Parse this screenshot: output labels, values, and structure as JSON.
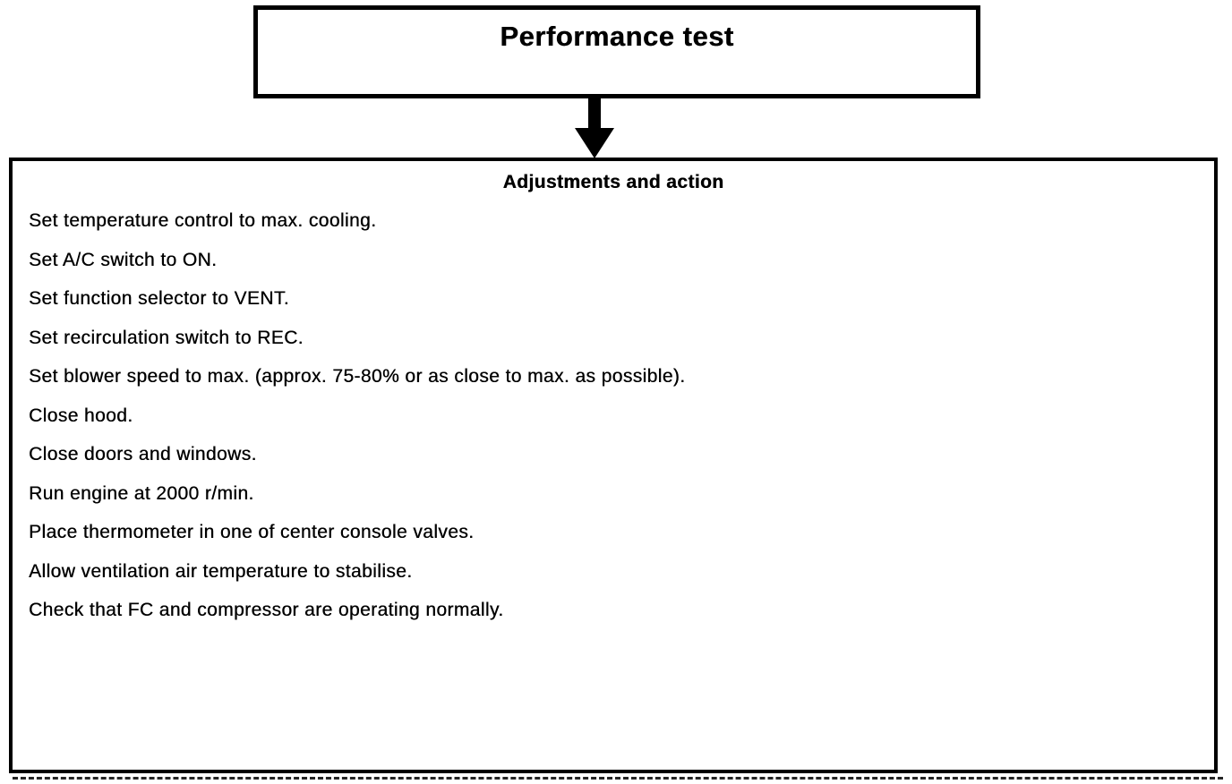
{
  "colors": {
    "ink": "#000000",
    "paper": "#ffffff"
  },
  "diagram": {
    "title": "Performance test",
    "section_heading": "Adjustments and action",
    "steps": [
      "Set temperature control to max. cooling.",
      "Set A/C switch to ON.",
      "Set function selector to VENT.",
      "Set recirculation switch to REC.",
      "Set blower speed to max. (approx. 75-80% or as close to max. as possible).",
      "Close hood.",
      "Close doors and windows.",
      "Run engine at 2000 r/min.",
      "Place thermometer in one of center console valves.",
      "Allow ventilation air temperature to stabilise.",
      "Check that FC and compressor are operating normally."
    ]
  }
}
